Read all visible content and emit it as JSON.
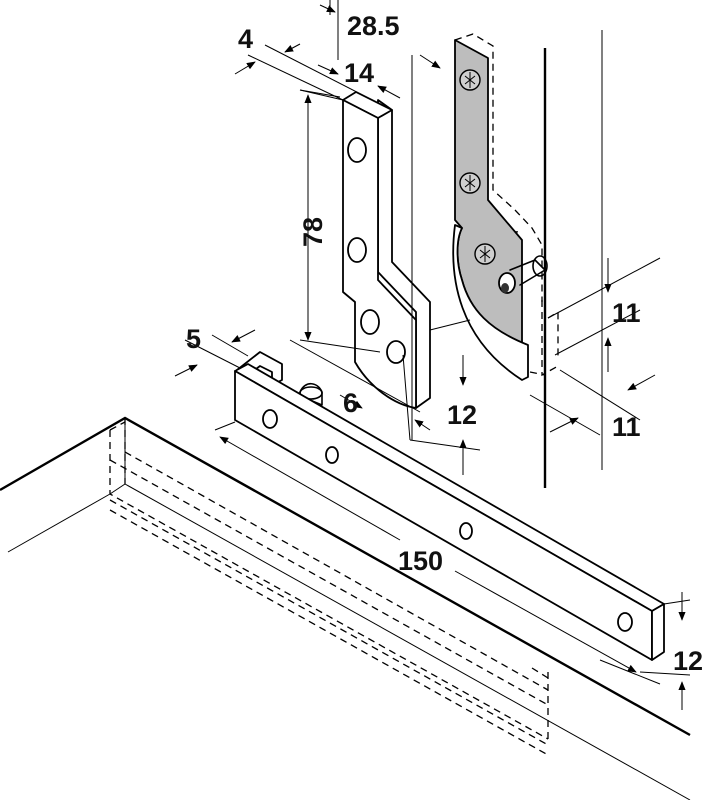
{
  "dimensions": {
    "bracket_thickness": "4",
    "offset": "28.5",
    "bracket_width": "14",
    "bracket_height": "78",
    "rail_thickness": "5",
    "hole_offset": "6",
    "rail_depth_top": "12",
    "gap_top": "11",
    "gap_bottom": "11",
    "rail_length": "150",
    "rail_height": "12"
  },
  "colors": {
    "line": "#000000",
    "mounted_bracket_fill": "#bdbdbd",
    "background": "#ffffff"
  }
}
